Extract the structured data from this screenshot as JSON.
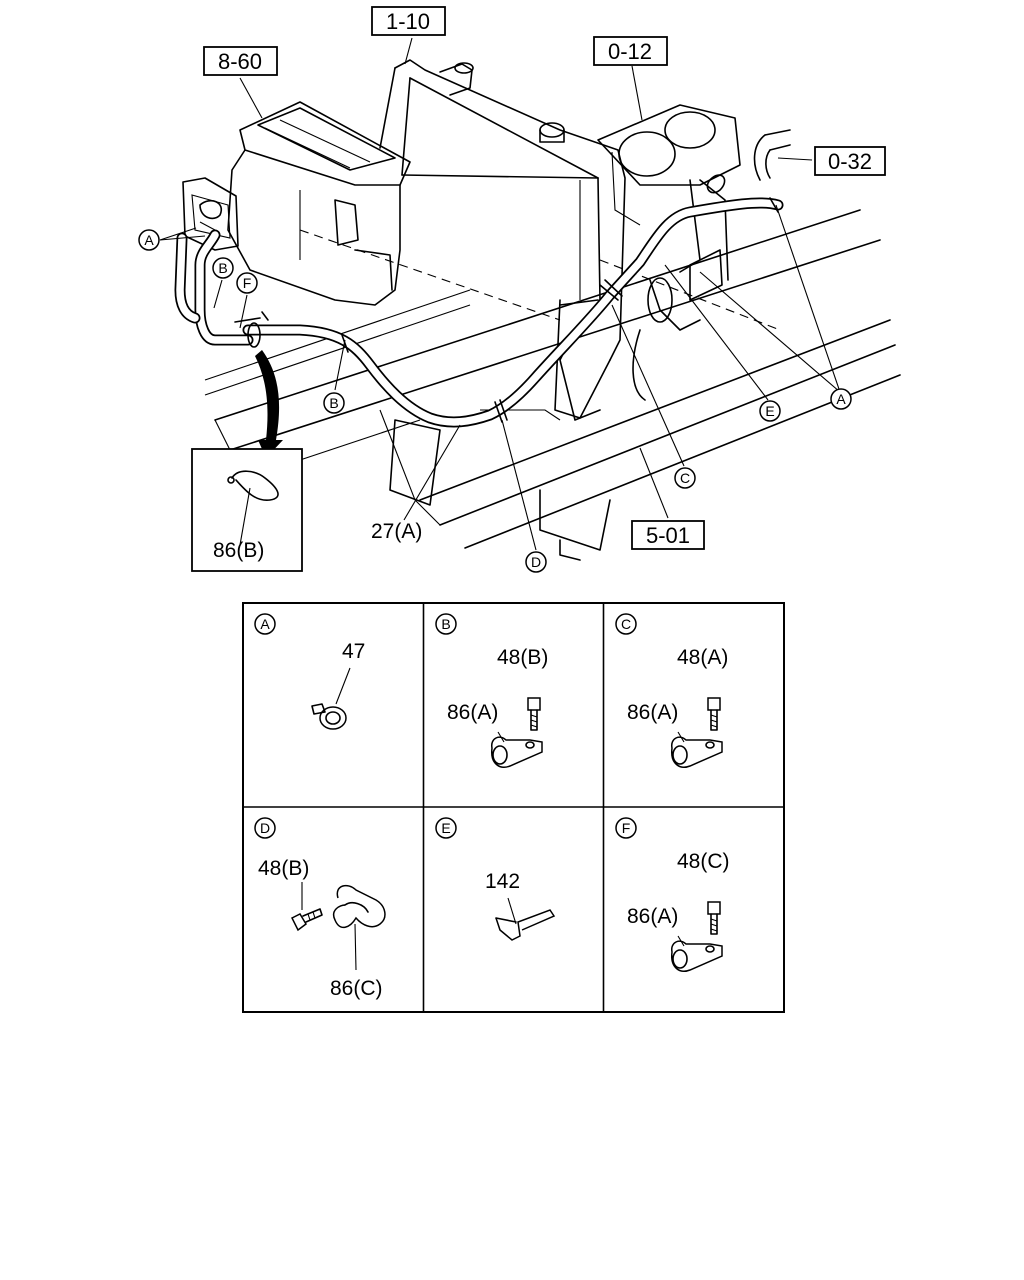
{
  "refs": {
    "r1": "1-10",
    "r2": "8-60",
    "r3": "0-12",
    "r4": "0-32",
    "r5": "5-01"
  },
  "callouts": {
    "a": "A",
    "b": "B",
    "c": "C",
    "d": "D",
    "e": "E",
    "f": "F"
  },
  "labels": {
    "hose": "27(A)",
    "inset_clip": "86(B)"
  },
  "details": {
    "a": {
      "letter": "A",
      "part1": "47"
    },
    "b": {
      "letter": "B",
      "bolt": "48(B)",
      "clip": "86(A)"
    },
    "c": {
      "letter": "C",
      "bolt": "48(A)",
      "clip": "86(A)"
    },
    "d": {
      "letter": "D",
      "bolt": "48(B)",
      "clip": "86(C)"
    },
    "e": {
      "letter": "E",
      "part1": "142"
    },
    "f": {
      "letter": "F",
      "bolt": "48(C)",
      "clip": "86(A)"
    }
  }
}
